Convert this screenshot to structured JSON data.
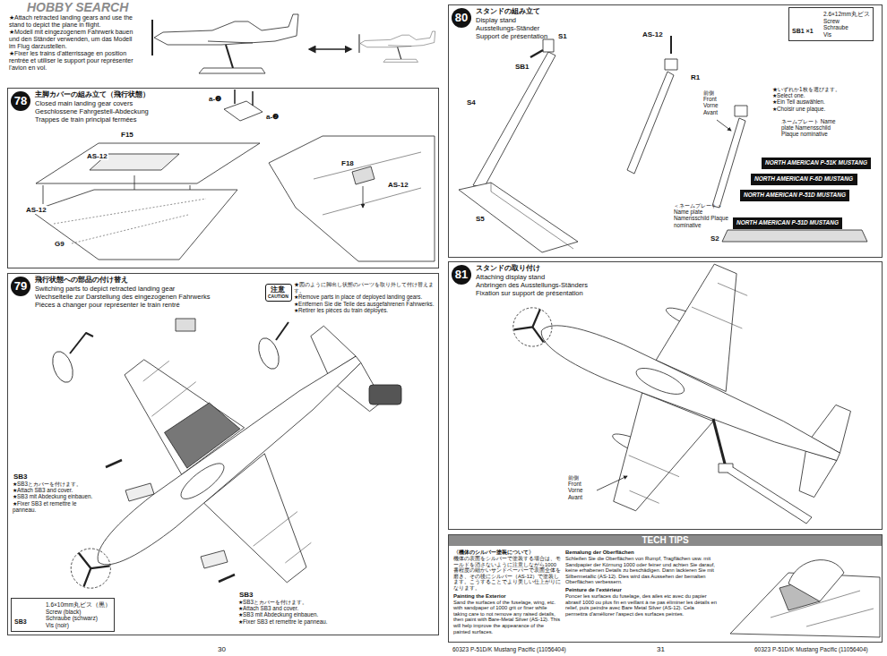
{
  "diagram": {
    "nodes": [
      {
        "text": [
          "78",
          "主脚カバーの組み立て（飛行状態）",
          "Closed main landing gear covers",
          "Geschlossene Fahrgestell-Abdeckung",
          "Trappes de train principal fermées"
        ]
      },
      {
        "text": [
          "79",
          "飛行状態への部品の付け替え",
          "Switching parts to depict retracted landing gear",
          "Wechselteile zur Darstellung des eingezogenen Fahrwerks",
          "Pièces à changer pour représenter le train rentré"
        ]
      },
      {
        "text": [
          "注意",
          "CAUTION"
        ],
        "in": 1
      },
      {
        "text": [
          "1.6×10mm丸ビス（黒）",
          "Screw (black)",
          "Schraube (schwarz)",
          "Vis (noir)",
          "SB3"
        ],
        "in": 1
      },
      {
        "text": [
          "80",
          "スタンドの組み立て",
          "Display stand",
          "Ausstellungs-Ständer",
          "Support de présentation"
        ]
      },
      {
        "text": [
          "2.6×12mm丸ビス",
          "Screw",
          "Schraube",
          "Vis",
          "SB1 ×1"
        ],
        "in": 4
      },
      {
        "text": [
          "NORTH AMERICAN P-51K MUSTANG"
        ],
        "in": 4
      },
      {
        "text": [
          "NORTH AMERICAN F-6D MUSTANG"
        ],
        "in": 4
      },
      {
        "text": [
          "NORTH AMERICAN P-51D MUSTANG"
        ],
        "in": 4
      },
      {
        "text": [
          "NORTH AMERICAN P-51D MUSTANG"
        ],
        "in": 4
      },
      {
        "text": [
          "81",
          "スタンドの取り付け",
          "Attaching display stand",
          "Anbringen des Ausstellungs-Ständers",
          "Fixation sur support de présentation"
        ]
      },
      {
        "text": [
          "TECH TIPS",
          "〈機体のシルバー塗装について〉",
          "機体の表面をシルバーで塗装する場合は、モールドを消さないように注意しながら1000番程度の細かいサンドペーパーで表面全体を磨き、その後にシルバー（AS-12）で塗装します。こうすることでより美しい仕上がりになります。",
          "Painting the Exterior",
          "Sand the surfaces of the fuselage, wing, etc. with sandpaper of 1000 grit or finer while taking care to not remove any raised details, then paint with Bare-Metal Silver (AS-12). This will help improve the appearance of the painted surfaces.",
          "Bemalung der Oberflächen",
          "Schleifen Sie die Oberflächen von Rumpf, Tragflächen usw. mit Sandpapier der Körnung 1000 oder feiner und achten Sie darauf, keine erhabenen Details zu beschädigen. Dann lackieren Sie mit Silbermetallic (AS-12). Dies wird das Aussehen der bemalten Oberflächen verbessern.",
          "Peinture de l'extérieur",
          "Poncer les surfaces du fuselage, des ailes etc avec du papier abrasif 1000 ou plus fin en veillant à ne pas éliminer les détails en relief, puis peindre avec Bare Metal Silver (AS-12). Cela permettra d'améliorer l'aspect des surfaces peintes."
        ]
      }
    ],
    "labels": [
      "HOBBY SEARCH",
      "★Attach retracted landing gears and use the stand to depict the plane in flight.",
      "★Modell mit eingezogenem Fahrwerk bauen und den Ständer verwenden, um das Modell im Flug darzustellen.",
      "★Fixer les trains d'atterrissage en position rentrée et utiliser le support pour représenter l'avion en vol.",
      "F15",
      "AS-12",
      "AS-12",
      "G9",
      "a-❷",
      "a-❷",
      "F18",
      "AS-12",
      "★図のように脚出し状態のパーツを取り外して付け替えます。",
      "★Remove parts in place of deployed landing gears.",
      "★Entfernen Sie die Teile des ausgefahrenen Fahrwerks.",
      "★Retirer les pièces du train déployés.",
      "SB3",
      "★SB3とカバーを付けます。",
      "★Attach SB3 and cover.",
      "★SB3 mit Abdeckung einbauen.",
      "★Fixer SB3 et remettre le panneau.",
      "SB3",
      "★SB3とカバーを付けます。",
      "★Attach SB3 and cover.",
      "★SB3 mit Abdeckung einbauen.",
      "★Fixer SB3 et remettre le panneau.",
      "30",
      "60323 P-51D/K Mustang Pacific (11056404)",
      "31",
      "60323 P-51D/K Mustang Pacific (11056404)",
      "S1",
      "SB1",
      "S4",
      "S5",
      "AS-12",
      "R1",
      "前側 Front Vorne Avant",
      "★いずれか1枚を選びます。",
      "★Select one.",
      "★Ein Teil auswählen.",
      "★Choisir une plaque.",
      "ネームプレート Name plate Namensschild Plaque nominative",
      "＜ネームプレート＞ Name plate Namensschild Plaque nominative",
      "S2",
      "前側 Front Vorne Avant"
    ]
  }
}
